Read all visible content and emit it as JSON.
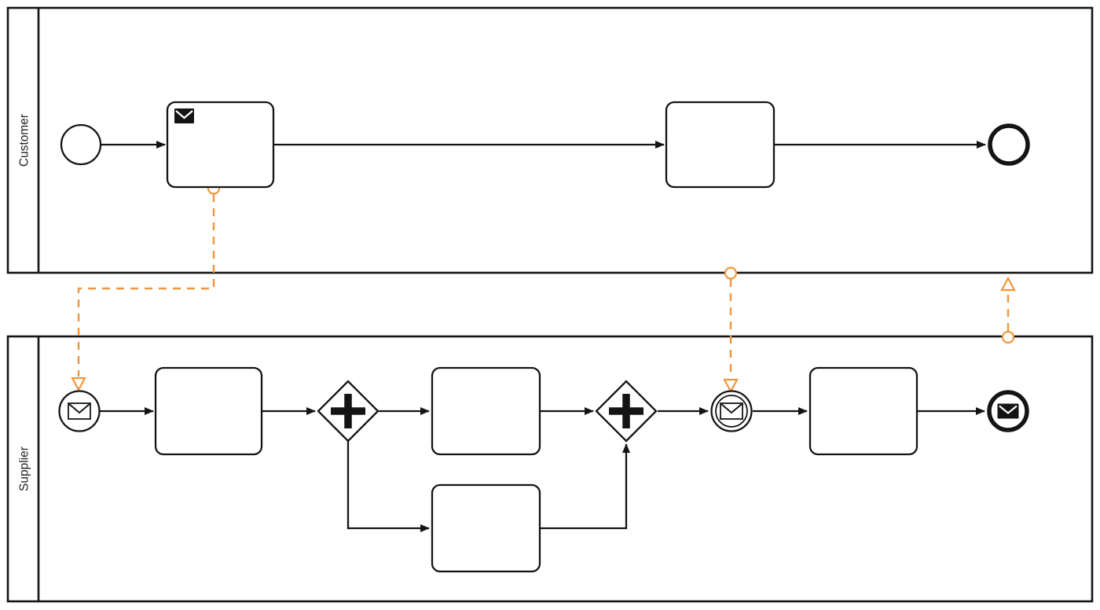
{
  "meta": {
    "diagram_type": "bpmn-collaboration-diagram"
  },
  "theme": {
    "background": "#ffffff",
    "fill_color": "#ffffff",
    "stroke_color": "#141414",
    "label_color": "#222222",
    "accent_color": "#f0963c"
  },
  "pools": [
    {
      "label": "Customer",
      "elements": [
        {
          "type": "start-event",
          "label": ""
        },
        {
          "type": "send-task",
          "label": "",
          "icon": "message-filled-icon"
        },
        {
          "type": "task",
          "label": ""
        },
        {
          "type": "end-event",
          "label": ""
        }
      ]
    },
    {
      "label": "Supplier",
      "elements": [
        {
          "type": "message-start-event",
          "label": "",
          "icon": "message-outline-icon"
        },
        {
          "type": "task",
          "label": ""
        },
        {
          "type": "parallel-gateway-split",
          "label": "",
          "icon": "plus-icon"
        },
        {
          "type": "task",
          "label": ""
        },
        {
          "type": "task",
          "label": ""
        },
        {
          "type": "parallel-gateway-join",
          "label": "",
          "icon": "plus-icon"
        },
        {
          "type": "message-catch-event",
          "label": "",
          "icon": "message-outline-icon"
        },
        {
          "type": "task",
          "label": ""
        },
        {
          "type": "message-end-event",
          "label": "",
          "icon": "message-filled-icon"
        }
      ]
    }
  ],
  "message_flows": [
    {
      "from": "customer-send-task",
      "to": "supplier-message-start-event"
    },
    {
      "from": "customer-pool",
      "to": "supplier-message-catch-event"
    },
    {
      "from": "supplier-pool",
      "to": "customer-pool"
    }
  ]
}
